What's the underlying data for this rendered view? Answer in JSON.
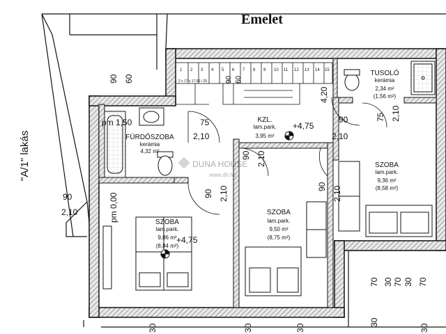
{
  "title": "Emelet",
  "side_label": "\"A/1\" lakás",
  "watermark": "DUNA HOUSE",
  "watermark_url": "www.dh.hu",
  "rooms": {
    "furdoszoba": {
      "name": "FÜRDŐSZOBA",
      "floor": "kerámia",
      "area": "4,32 m²"
    },
    "kzl": {
      "name": "KZL.",
      "floor": "lam.park.",
      "area": "3,95 m²"
    },
    "tusolo": {
      "name": "TUSOLÓ",
      "floor": "kerámia",
      "area": "2,34 m²",
      "area2": "(1,56 m²)"
    },
    "szoba_left": {
      "name": "SZOBA",
      "floor": "lam.park.",
      "area": "9,86 m²",
      "area2": "(8,84 m²)"
    },
    "szoba_mid": {
      "name": "SZOBA",
      "floor": "lam.park.",
      "area": "9,50 m²",
      "area2": "(8,75 m²)"
    },
    "szoba_right": {
      "name": "SZOBA",
      "floor": "lam.park.",
      "area": "9,36 m²",
      "area2": "(8,58 m²)"
    }
  },
  "dims": {
    "d90_top": "90",
    "d60_top": "60",
    "d90_top2": "90",
    "d60_top2": "60",
    "pm150": "pm 1,50",
    "d75_a": "75",
    "d210_a": "2,10",
    "level_kzl": "+4,75",
    "d90_b": "90",
    "d210_b": "2,10",
    "d75_c": "75",
    "d210_c": "2,10",
    "d420": "4,20",
    "d90_c": "90",
    "d210_d": "2,10",
    "d90_left": "90",
    "d210_left": "2,10",
    "pm000": "pm 0,00",
    "d90_d": "90",
    "d210_e": "2,10",
    "level_szoba": "+4,75",
    "d90_e": "90",
    "d210_f": "2,10",
    "d70_a": "70",
    "d30_a": "30",
    "d70_b": "70",
    "d30_b": "30",
    "d70_c": "70",
    "d30_c": "30",
    "d30_bot1": "30",
    "d30_bot2": "30",
    "d30_bot3": "30",
    "d30_bot4": "30"
  },
  "stair": {
    "steps": [
      "1",
      "2",
      "3",
      "4",
      "5",
      "6",
      "7",
      "8",
      "9",
      "10",
      "11",
      "12",
      "13",
      "14",
      "15"
    ],
    "formula": "2 x 17 x 17,65 / 25"
  }
}
